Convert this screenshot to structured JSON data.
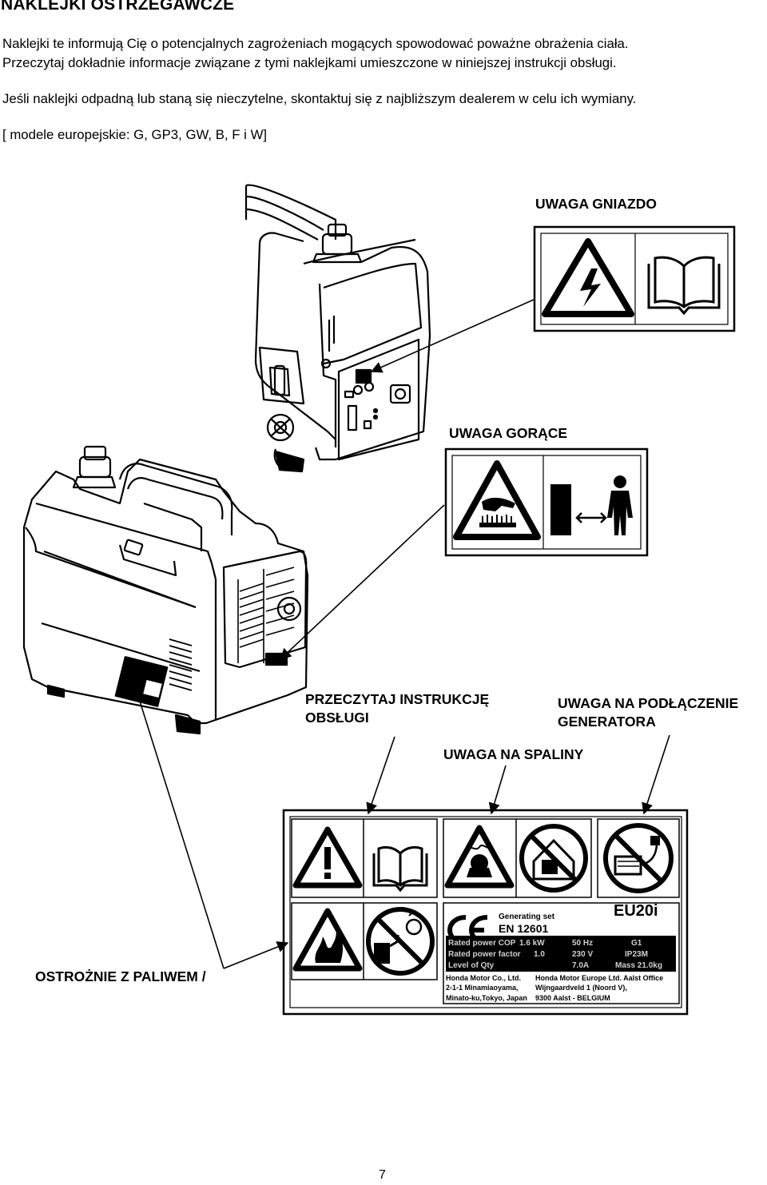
{
  "title": "NAKLEJKI OSTRZEGAWCZE",
  "intro": {
    "line1": "Naklejki te informują Cię o potencjalnych zagrożeniach mogących spowodować poważne obrażenia ciała.",
    "line2": "Przeczytaj dokładnie informacje związane z tymi naklejkami umieszczone w niniejszej instrukcji obsługi.",
    "line3": "Jeśli naklejki odpadną lub staną się nieczytelne, skontaktuj się z najbliższym dealerem w celu ich wymiany.",
    "line4": "[ modele europejskie: G, GP3, GW, B, F i W]"
  },
  "labels": {
    "socket": "UWAGA GNIAZDO",
    "hot": "UWAGA GORĄCE",
    "read_manual_1": "PRZECZYTAJ INSTRUKCJĘ",
    "read_manual_2": "OBSŁUGI",
    "connection_1": "UWAGA NA PODŁĄCZENIE",
    "connection_2": "GENERATORA",
    "exhaust": "UWAGA NA SPALINY",
    "fuel": "OSTROŻNIE Z PALIWEM /"
  },
  "rating_plate": {
    "brand": "EU20i",
    "genset": "Generating set",
    "standard": "EN 12601",
    "rows": [
      [
        "Rated power COP",
        "1.6 kW",
        "50 Hz",
        "G1"
      ],
      [
        "Rated power factor",
        "1.0",
        "230 V",
        "IP23M"
      ],
      [
        "Level of Qty",
        "",
        "7.0A",
        "Mass 21.0kg"
      ]
    ],
    "maker_jp_1": "Honda Motor Co., Ltd.",
    "maker_jp_2": "2-1-1 Minamiaoyama,",
    "maker_jp_3": "Minato-ku,Tokyo, Japan",
    "maker_eu_1": "Honda Motor Europe Ltd. Aalst Office",
    "maker_eu_2": "Wijngaardveld 1 (Noord V),",
    "maker_eu_3": "9300 Aalst - BELGIUM"
  },
  "page_number": "7",
  "icons": [
    "lightning-warning-icon",
    "book-icon",
    "hot-surface-warning-icon",
    "distance-person-icon",
    "general-warning-icon",
    "toxic-fumes-icon",
    "no-indoor-use-icon",
    "no-mains-connection-icon",
    "fire-warning-icon",
    "no-refuel-running-icon",
    "ce-mark-icon"
  ]
}
